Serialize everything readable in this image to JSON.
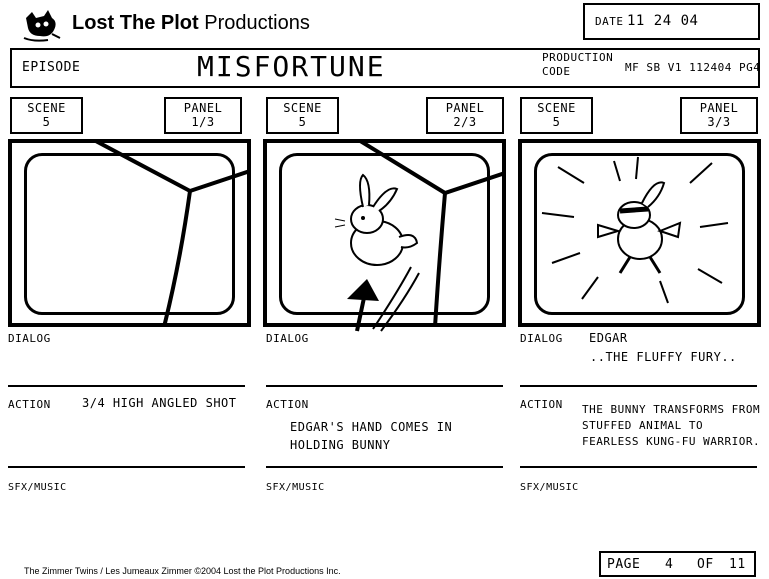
{
  "header": {
    "brand_bold": "Lost The Plot",
    "brand_light": "Productions",
    "date_label": "DATE",
    "date_value": "11 24 04"
  },
  "episode": {
    "label": "EPISODE",
    "title": "MISFORTUNE",
    "production_code_label": "PRODUCTION CODE",
    "production_code": "MF SB V1 112404 PG4"
  },
  "panels": [
    {
      "scene_label": "SCENE",
      "scene": "5",
      "panel_label": "PANEL",
      "panel": "1/3",
      "dialog_label": "DIALOG",
      "dialog_speaker": "",
      "dialog_text": "",
      "action_label": "ACTION",
      "action_text": "3/4 HIGH ANGLED SHOT",
      "sfx_label": "SFX/MUSIC"
    },
    {
      "scene_label": "SCENE",
      "scene": "5",
      "panel_label": "PANEL",
      "panel": "2/3",
      "dialog_label": "DIALOG",
      "dialog_speaker": "",
      "dialog_text": "",
      "action_label": "ACTION",
      "action_text": "EDGAR'S HAND COMES IN HOLDING BUNNY",
      "sfx_label": "SFX/MUSIC"
    },
    {
      "scene_label": "SCENE",
      "scene": "5",
      "panel_label": "PANEL",
      "panel": "3/3",
      "dialog_label": "DIALOG",
      "dialog_speaker": "EDGAR",
      "dialog_text": "..THE FLUFFY FURY..",
      "action_label": "ACTION",
      "action_text": "THE BUNNY TRANSFORMS FROM STUFFED ANIMAL TO FEARLESS KUNG-FU WARRIOR.",
      "sfx_label": "SFX/MUSIC"
    }
  ],
  "footer": {
    "copyright": "The Zimmer Twins / Les Jumeaux Zimmer ©2004 Lost the Plot Productions Inc.",
    "page_label": "PAGE",
    "page": "4",
    "of_label": "OF",
    "total": "11"
  },
  "icons": {
    "logo": "cat-logo-icon"
  }
}
